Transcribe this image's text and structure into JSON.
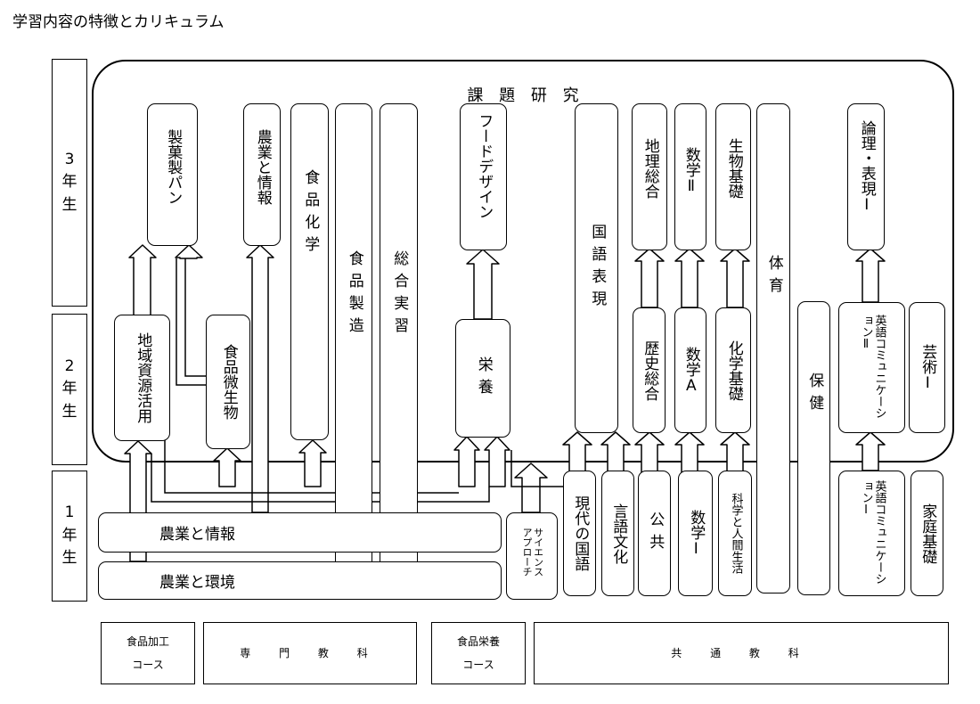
{
  "page_title": "学習内容の特徴とカリキュラム",
  "years": [
    "3\n年\n生",
    "2\n年\n生",
    "1\n年\n生"
  ],
  "kadai_kenkyu": "課 題 研 究",
  "subjects": {
    "seika_seipan": "製菓製パン",
    "nogyo_joho_3": "農業と情報",
    "shokuhin_kagaku": "食品化学",
    "shokuhin_seizo": "食品製造",
    "sogo_jisshu": "総合実習",
    "food_design": "フードデザイン",
    "kokugo_hyogen": "国語表現",
    "chiri_sogo": "地理総合",
    "sugaku_2": "数学Ⅱ",
    "seibutsu_kiso": "生物基礎",
    "taiiku": "体育",
    "ronri_hyogen": "論理・表現Ⅰ",
    "chiiki_shigen": "地域資源活用",
    "shokuhin_biseibutsu": "食品微生物",
    "eiyo": "栄養",
    "rekishi_sogo": "歴史総合",
    "sugaku_a": "数学A",
    "kagaku_kiso": "化学基礎",
    "hoken": "保健",
    "eigo_2": "英語コミュニケーションⅡ",
    "geijutsu": "芸術Ⅰ",
    "nogyo_joho_1": "農業と情報",
    "nogyo_kankyo": "農業と環境",
    "science_approach": "サイエンスアプローチ",
    "gendai_kokugo": "現代の国語",
    "gengo_bunka": "言語文化",
    "kokyo": "公共",
    "sugaku_1": "数学Ⅰ",
    "kagaku_ningen": "科学と人間生活",
    "eigo_1": "英語コミュニケーションⅠ",
    "katei_kiso": "家庭基礎"
  },
  "legend": {
    "kako_course_1": "食品加工",
    "kako_course_2": "コース",
    "senmon": "専 門 教 科",
    "eiyo_course_1": "食品栄養",
    "eiyo_course_2": "コース",
    "kyotsu": "共 通 教 科"
  }
}
